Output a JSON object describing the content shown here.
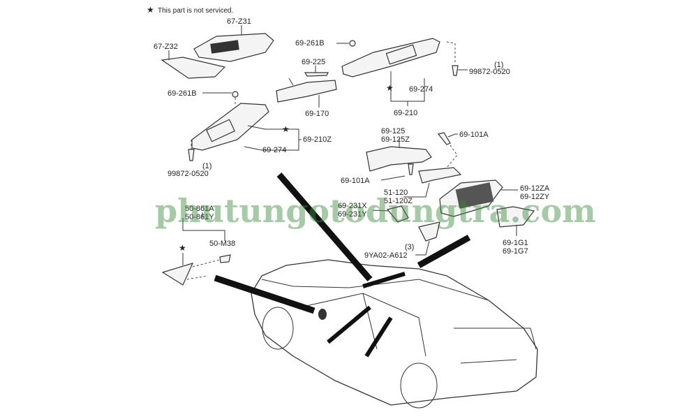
{
  "note": {
    "star": "★",
    "text": "This part is not serviced."
  },
  "labels": {
    "p67z31": "67-Z31",
    "p67z32": "67-Z32",
    "p69261b_top": "69-261B",
    "p69225": "69-225",
    "p69170": "69-170",
    "p69261b_left": "69-261B",
    "p69210z": "69-210Z",
    "p69274_left": "69-274",
    "qty_left": "(1)",
    "p99872_left": "99872-0520",
    "qty_right": "(1)",
    "p99872_right": "99872-0520",
    "p69274_right": "69-274",
    "p69210": "69-210",
    "p69125": "69-125",
    "p69125z": "69-125Z",
    "p69101a_top": "69-101A",
    "p69101a_left": "69-101A",
    "p51120": "51-120",
    "p51120z": "51-120Z",
    "p6912za": "69-12ZA",
    "p6912zy": "69-12ZY",
    "p69231x": "69-231X",
    "p69231y": "69-231Y",
    "qty_9ya": "(3)",
    "p9ya02": "9YA02-A612",
    "p691g1": "69-1G1",
    "p691g7": "69-1G7",
    "p50861a": "50-861A",
    "p50861y": "50-861Y",
    "p50m38": "50-M38"
  },
  "watermark": "phutungotodungtra.com"
}
